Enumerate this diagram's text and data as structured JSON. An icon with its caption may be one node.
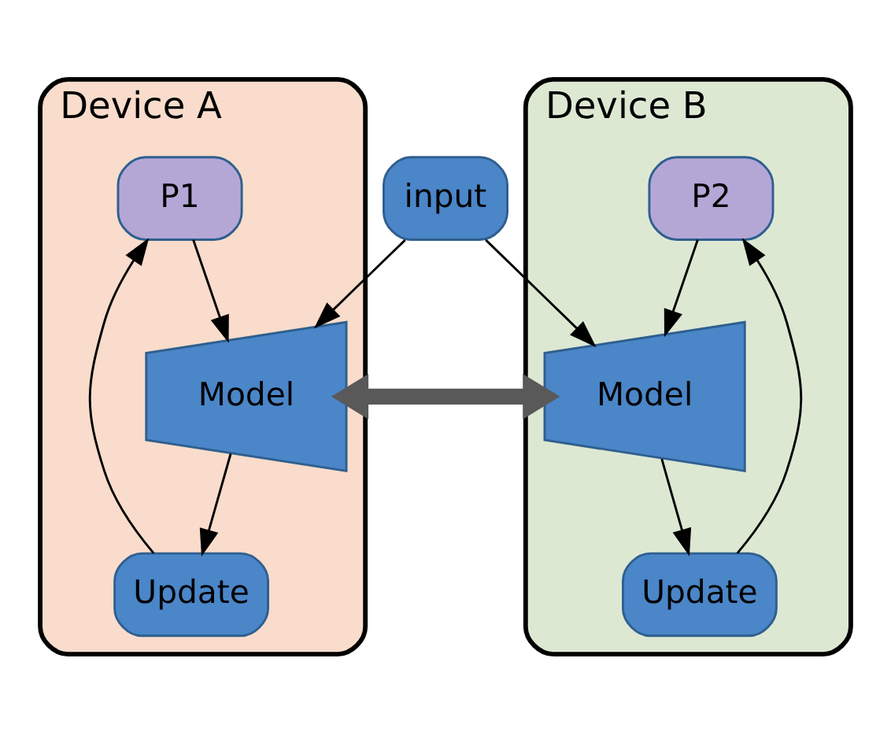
{
  "diagram": {
    "nodes": [
      {
        "text": [
          "input"
        ]
      },
      {
        "text": [
          "Device A"
        ]
      },
      {
        "text": [
          "P1"
        ],
        "in": 1
      },
      {
        "text": [
          "Model"
        ],
        "in": 1
      },
      {
        "text": [
          "Update"
        ],
        "in": 1
      },
      {
        "text": [
          "Device B"
        ]
      },
      {
        "text": [
          "P2"
        ],
        "in": 5
      },
      {
        "text": [
          "Model"
        ],
        "in": 5
      },
      {
        "text": [
          "Update"
        ],
        "in": 5
      }
    ],
    "edges": [
      {
        "from": 0,
        "to": 3,
        "arrow": "to"
      },
      {
        "from": 0,
        "to": 7,
        "arrow": "to"
      },
      {
        "from": 2,
        "to": 3,
        "arrow": "to"
      },
      {
        "from": 3,
        "to": 4,
        "arrow": "to"
      },
      {
        "from": 4,
        "to": 2,
        "arrow": "to"
      },
      {
        "from": 6,
        "to": 7,
        "arrow": "to"
      },
      {
        "from": 7,
        "to": 8,
        "arrow": "to"
      },
      {
        "from": 8,
        "to": 6,
        "arrow": "to"
      },
      {
        "from": 3,
        "to": 7,
        "arrow": "both",
        "style": "thick",
        "color": "#595959"
      }
    ]
  }
}
